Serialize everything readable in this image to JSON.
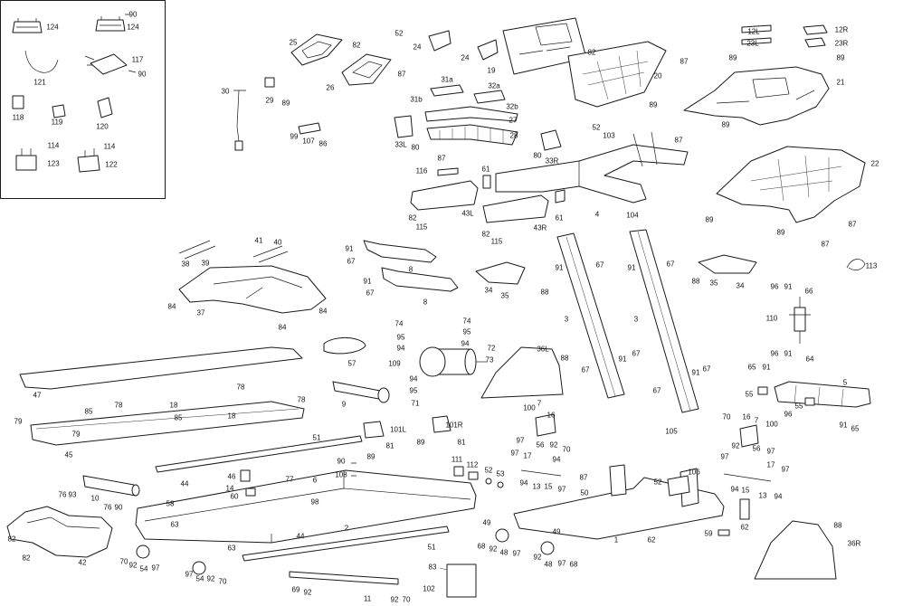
{
  "inset": {
    "labels": [
      "124",
      "90",
      "124",
      "117",
      "121",
      "90",
      "118",
      "119",
      "120",
      "114",
      "114",
      "123",
      "122"
    ]
  },
  "labels": [
    "25",
    "82",
    "52",
    "24",
    "26",
    "87",
    "29",
    "89",
    "30",
    "99",
    "107",
    "86",
    "24",
    "19",
    "82",
    "20",
    "87",
    "31a",
    "32a",
    "31b",
    "32b",
    "27",
    "28",
    "33L",
    "80",
    "87",
    "80",
    "33R",
    "52",
    "103",
    "87",
    "89",
    "12L",
    "12R",
    "23L",
    "23R",
    "89",
    "89",
    "21",
    "89",
    "22",
    "89",
    "89",
    "87",
    "87",
    "116",
    "61",
    "61",
    "4",
    "104",
    "82",
    "43L",
    "115",
    "82",
    "43R",
    "115",
    "113",
    "41",
    "40",
    "38",
    "39",
    "91",
    "67",
    "8",
    "91",
    "67",
    "8",
    "84",
    "37",
    "84",
    "84",
    "34",
    "35",
    "88",
    "91",
    "67",
    "91",
    "67",
    "88",
    "35",
    "34",
    "3",
    "3",
    "96",
    "91",
    "66",
    "110",
    "96",
    "91",
    "64",
    "74",
    "74",
    "95",
    "95",
    "94",
    "94",
    "72",
    "73",
    "109",
    "94",
    "95",
    "71",
    "57",
    "36L",
    "88",
    "67",
    "67",
    "91",
    "67",
    "91",
    "67",
    "65",
    "91",
    "5",
    "55",
    "55",
    "96",
    "91",
    "65",
    "105",
    "47",
    "9",
    "78",
    "78",
    "78",
    "18",
    "85",
    "85",
    "18",
    "79",
    "79",
    "45",
    "101L",
    "101R",
    "89",
    "81",
    "89",
    "81",
    "51",
    "44",
    "100",
    "7",
    "16",
    "97",
    "56",
    "92",
    "70",
    "70",
    "16",
    "7",
    "100",
    "92",
    "56",
    "97",
    "97",
    "17",
    "97",
    "94",
    "15",
    "13",
    "94",
    "97",
    "17",
    "94",
    "94",
    "13",
    "15",
    "97",
    "90",
    "108",
    "111",
    "112",
    "52",
    "53",
    "106",
    "87",
    "52",
    "50",
    "77",
    "6",
    "46",
    "14",
    "60",
    "98",
    "76",
    "93",
    "10",
    "76",
    "90",
    "58",
    "63",
    "2",
    "44",
    "51",
    "63",
    "82",
    "82",
    "42",
    "70",
    "92",
    "54",
    "97",
    "97",
    "54",
    "92",
    "70",
    "49",
    "68",
    "92",
    "48",
    "97",
    "1",
    "62",
    "62",
    "59",
    "49",
    "92",
    "48",
    "97",
    "68",
    "88",
    "36R",
    "83",
    "102",
    "69",
    "92",
    "11",
    "92",
    "70"
  ]
}
